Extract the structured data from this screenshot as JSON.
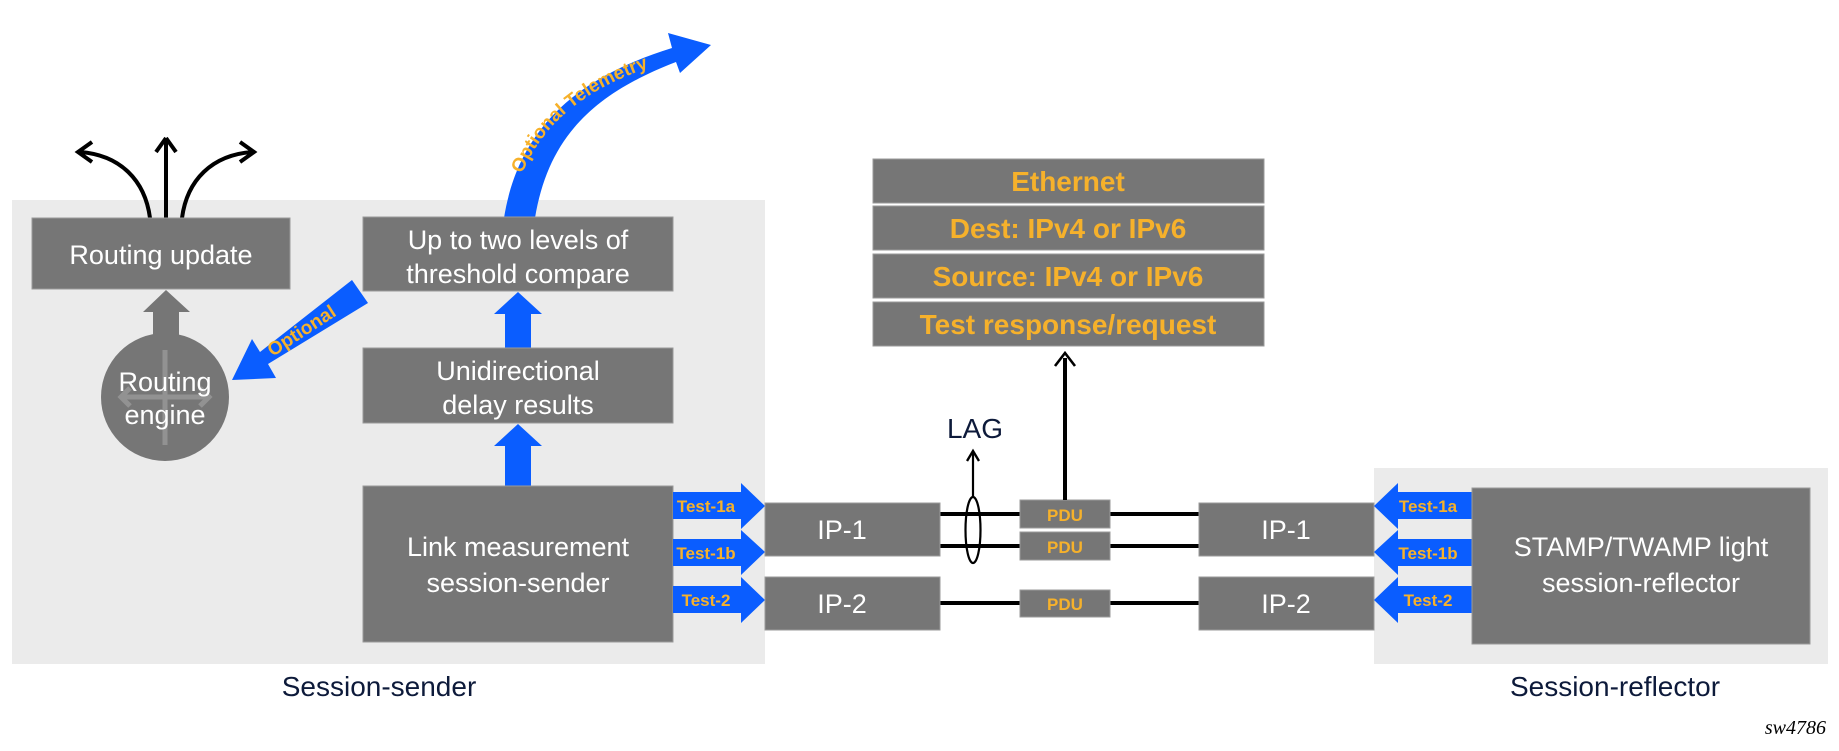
{
  "sender": {
    "region_label": "Session-sender",
    "routing_update": "Routing update",
    "routing_engine": [
      "Routing",
      "engine"
    ],
    "threshold": [
      "Up to two levels of",
      "threshold compare"
    ],
    "delay_results": [
      "Unidirectional",
      "delay results"
    ],
    "link_measurement": [
      "Link measurement",
      "session-sender"
    ],
    "optional_label": "Optional",
    "telemetry_label": "Optional Telemetry",
    "tests": [
      "Test-1a",
      "Test-1b",
      "Test-2"
    ],
    "ip1": "IP-1",
    "ip2": "IP-2"
  },
  "network": {
    "lag_label": "LAG",
    "pdu": [
      "PDU",
      "PDU",
      "PDU"
    ],
    "packet_stack": [
      "Ethernet",
      "Dest: IPv4 or IPv6",
      "Source: IPv4 or IPv6",
      "Test response/request"
    ]
  },
  "reflector": {
    "region_label": "Session-reflector",
    "box": [
      "STAMP/TWAMP light",
      "session-reflector"
    ],
    "tests": [
      "Test-1a",
      "Test-1b",
      "Test-2"
    ],
    "ip1": "IP-1",
    "ip2": "IP-2"
  },
  "figure_id": "sw4786",
  "colors": {
    "box": "#767676",
    "region_bg": "#ebebeb",
    "arrow_blue": "#0a5dff",
    "label_orange": "#f6b12b",
    "caption_navy": "#0d1a3a"
  }
}
